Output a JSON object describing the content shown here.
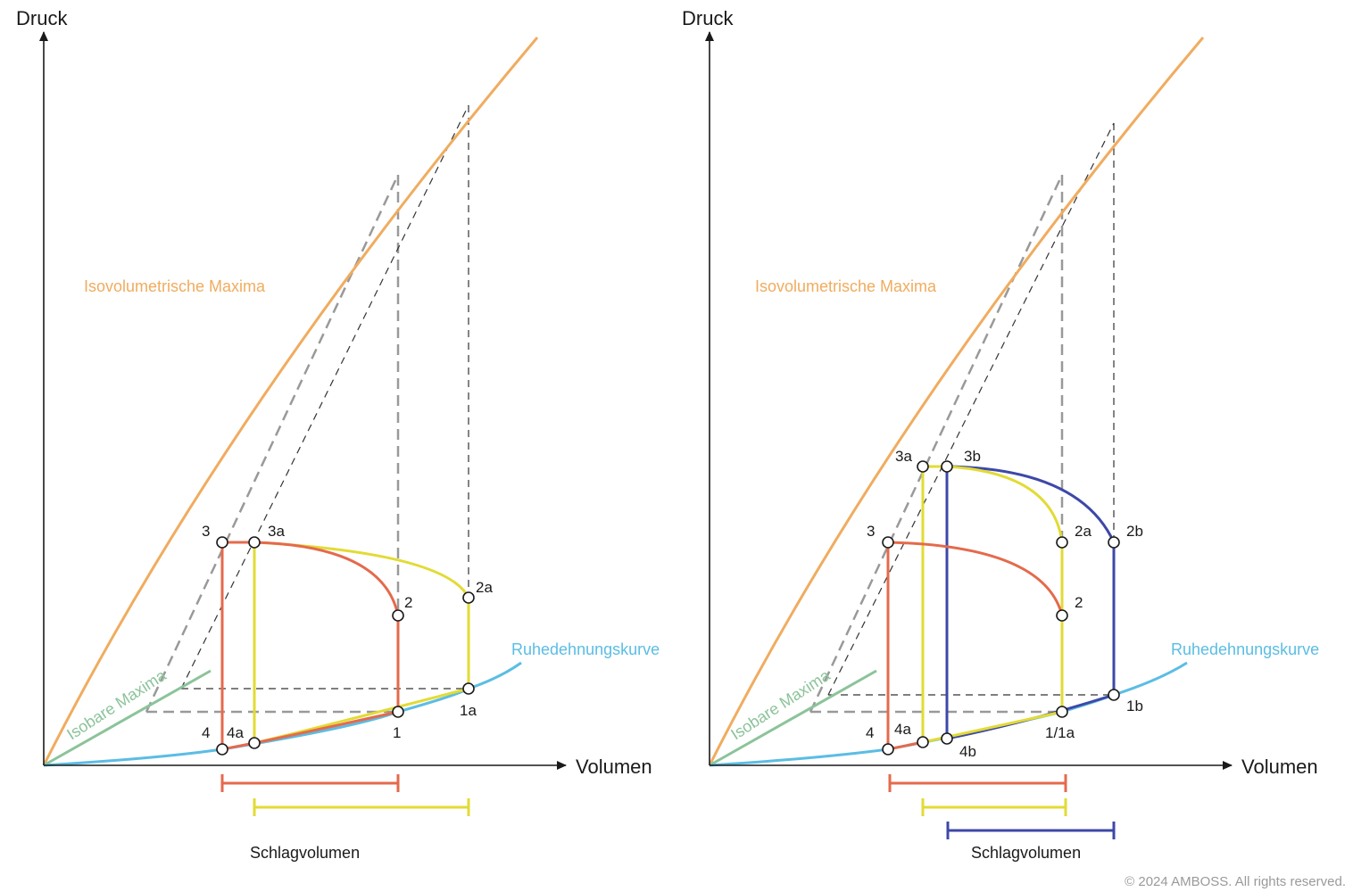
{
  "colors": {
    "isovolumetric": "#F0AC5F",
    "isobaric": "#8CC39A",
    "resting": "#5BBDE4",
    "loop_base": "#E46A4C",
    "loop_a": "#E2DB35",
    "loop_b": "#3D48A8",
    "guide": "#333333",
    "guide_thick": "#999999",
    "axis": "#1a1a1a"
  },
  "left_panel": {
    "y_axis_label": "Druck",
    "x_axis_label": "Volumen",
    "isovolumetric_label": "Isovolumetrische Maxima",
    "isobaric_label": "Isobare Maxima",
    "resting_label": "Ruhedehnungskurve",
    "points": {
      "p1": "1",
      "p2": "2",
      "p3": "3",
      "p4": "4",
      "p1a": "1a",
      "p2a": "2a",
      "p3a": "3a",
      "p4a": "4a"
    },
    "stroke_volume_label": "Schlagvolumen"
  },
  "right_panel": {
    "y_axis_label": "Druck",
    "x_axis_label": "Volumen",
    "isovolumetric_label": "Isovolumetrische Maxima",
    "isobaric_label": "Isobare Maxima",
    "resting_label": "Ruhedehnungskurve",
    "points": {
      "p2": "2",
      "p3": "3",
      "p4": "4",
      "p1_1a": "1/1a",
      "p2a": "2a",
      "p3a": "3a",
      "p4a": "4a",
      "p1b": "1b",
      "p2b": "2b",
      "p3b": "3b",
      "p4b": "4b"
    },
    "stroke_volume_label": "Schlagvolumen"
  },
  "copyright": "© 2024 AMBOSS. All rights reserved."
}
